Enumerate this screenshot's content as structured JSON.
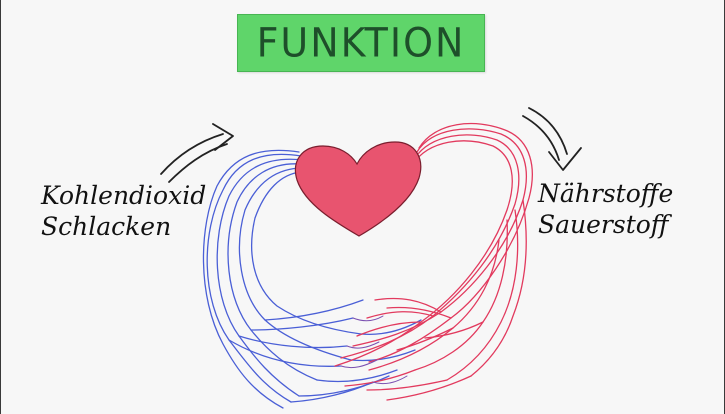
{
  "title": "FUNKTION",
  "labels": {
    "left": {
      "line1": "Kohlendioxid",
      "line2": "Schlacken"
    },
    "right": {
      "line1": "Nährstoffe",
      "line2": "Sauerstoff"
    }
  },
  "colors": {
    "title_card": "#5fd56a",
    "title_text": "#1e4f2a",
    "heart": "#e8546f",
    "veins": "#4a5fd6",
    "arteries": "#e23a5e",
    "ink": "#111111"
  },
  "icons": [
    "arrow-in-icon",
    "arrow-out-icon",
    "heart-icon"
  ]
}
